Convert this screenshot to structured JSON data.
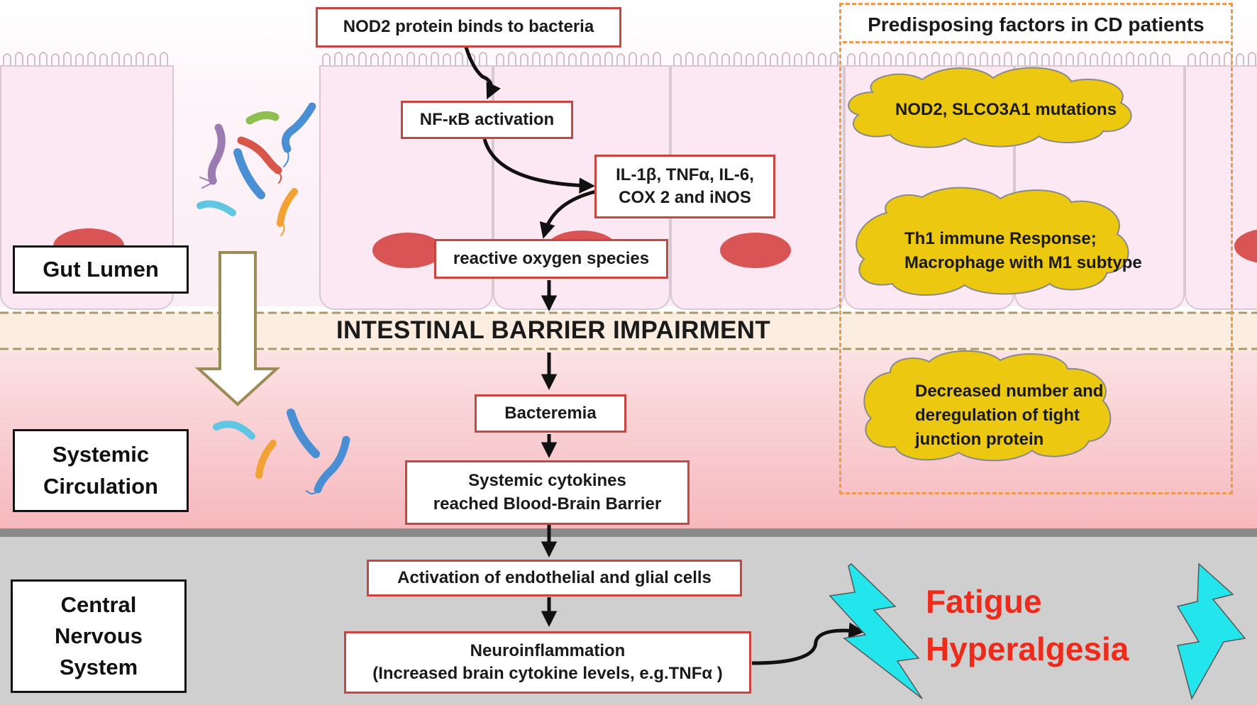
{
  "regions": {
    "gut_lumen": "Gut Lumen",
    "systemic_circulation": "Systemic\nCirculation",
    "cns": "Central\nNervous\nSystem"
  },
  "barrier_label": "INTESTINAL BARRIER IMPAIRMENT",
  "pathway": [
    {
      "text": "NOD2 protein binds to bacteria"
    },
    {
      "text": "NF-κB activation"
    },
    {
      "text": "IL-1β, TNFα, IL-6,\nCOX 2 and iNOS"
    },
    {
      "text": "reactive oxygen species"
    },
    {
      "text": "Bacteremia"
    },
    {
      "text": "Systemic cytokines\nreached Blood-Brain Barrier"
    },
    {
      "text": "Activation of endothelial and glial cells"
    },
    {
      "text": "Neuroinflammation\n(Increased brain cytokine levels, e.g.TNFα )"
    }
  ],
  "predisposing": {
    "title": "Predisposing factors in CD patients",
    "factors": [
      "NOD2, SLCO3A1 mutations",
      "Th1 immune Response;\nMacrophage with M1 subtype",
      "Decreased number and\nderegulation of tight\njunction protein"
    ]
  },
  "outcomes": [
    "Fatigue",
    "Hyperalgesia"
  ],
  "colors": {
    "box_border": "#c9453f",
    "dashed_orange": "#ee9a4b",
    "cloud_fill": "#ecc910",
    "lightning": "#22e6ec",
    "outcome_text": "#ee2a1b"
  }
}
